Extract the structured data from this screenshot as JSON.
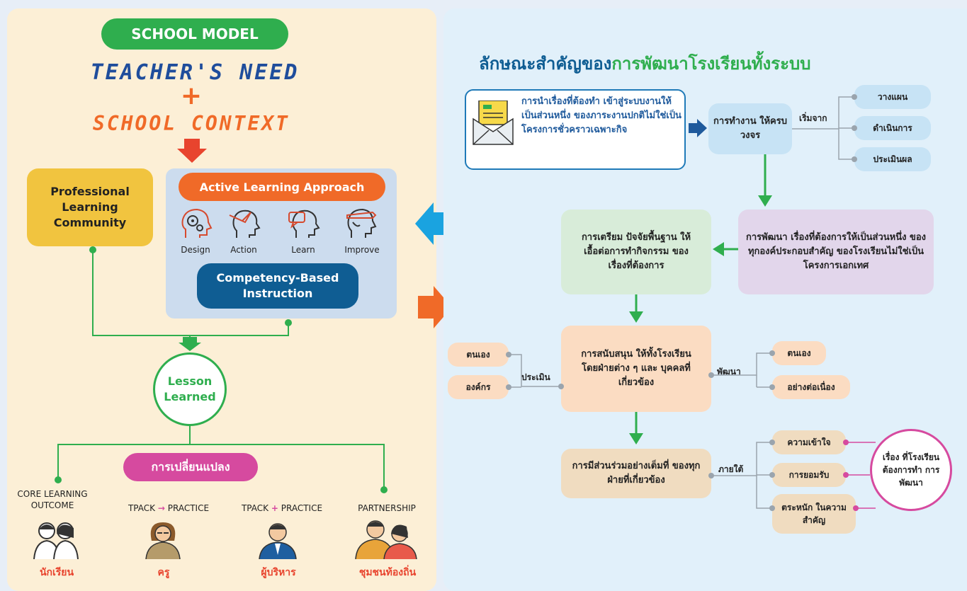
{
  "left": {
    "badge": "SCHOOL MODEL",
    "teacher_need": "TEACHER'S NEED",
    "plus": "+",
    "school_context": "SCHOOL CONTEXT",
    "plc": "Professional Learning Community",
    "active_learning": "Active Learning Approach",
    "icons": [
      {
        "label": "Design",
        "icon": "gear-head-icon"
      },
      {
        "label": "Action",
        "icon": "bird-head-icon"
      },
      {
        "label": "Learn",
        "icon": "chat-head-icon"
      },
      {
        "label": "Improve",
        "icon": "pencil-head-icon"
      }
    ],
    "competency": "Competency-Based Instruction",
    "lesson_learned": "Lesson Learned",
    "change": "การเปลี่ยนแปลง",
    "outcomes": [
      {
        "caption": "CORE LEARNING OUTCOME",
        "role": "นักเรียน"
      },
      {
        "caption_a": "TPACK",
        "arrow": "→",
        "caption_b": "PRACTICE",
        "role": "ครู"
      },
      {
        "caption_a": "TPACK",
        "plus": "+",
        "caption_b": "PRACTICE",
        "role": "ผู้บริหาร"
      },
      {
        "caption": "PARTNERSHIP",
        "role": "ชุมชนท้องถิ่น"
      }
    ]
  },
  "right": {
    "title_a": "ลักษณะสำคัญของ",
    "title_b": "การพัฒนาโรงเรียนทั้งระบบ",
    "intro": "การนำเรื่องที่ต้องทำ เข้าสู่ระบบงานให้เป็นส่วนหนึ่ง ของภาระงานปกติไม่ใช่เป็น โครงการชั่วคราวเฉพาะกิจ",
    "cycle": "การทำงาน ให้ครบวงจร",
    "start_from": "เริ่มจาก",
    "cycle_steps": [
      "วางแผน",
      "ดำเนินการ",
      "ประเมินผล"
    ],
    "development": "การพัฒนา เรื่องที่ต้องการให้เป็นส่วนหนึ่ง ของทุกองค์ประกอบสำคัญ ของโรงเรียนไม่ใช่เป็นโครงการเอกเทศ",
    "prepare": "การเตรียม ปัจจัยพื้นฐาน ให้เอื้อต่อการทำกิจกรรม ของเรื่องที่ต้องการ",
    "support": "การสนับสนุน ให้ทั้งโรงเรียน โดยฝ่ายต่าง ๆ และ บุคคลที่เกี่ยวข้อง",
    "evaluate": "ประเมิน",
    "evaluate_items": [
      "ตนเอง",
      "องค์กร"
    ],
    "develop": "พัฒนา",
    "develop_items": [
      "ตนเอง",
      "อย่างต่อเนื่อง"
    ],
    "participation": "การมีส่วนร่วมอย่างเต็มที่ ของทุกฝ่ายที่เกี่ยวข้อง",
    "under": "ภายใต้",
    "under_items": [
      "ความเข้าใจ",
      "การยอมรับ",
      "ตระหนัก ในความสำคัญ"
    ],
    "goal": "เรื่อง ที่โรงเรียน ต้องการทำ การพัฒนา"
  },
  "colors": {
    "green": "#2fae4e",
    "orange": "#f06a28",
    "darkblue": "#0f5d93",
    "pink": "#d64a9f",
    "title_blue": "#0f5d93",
    "arrow_blue": "#1aa3e0"
  }
}
